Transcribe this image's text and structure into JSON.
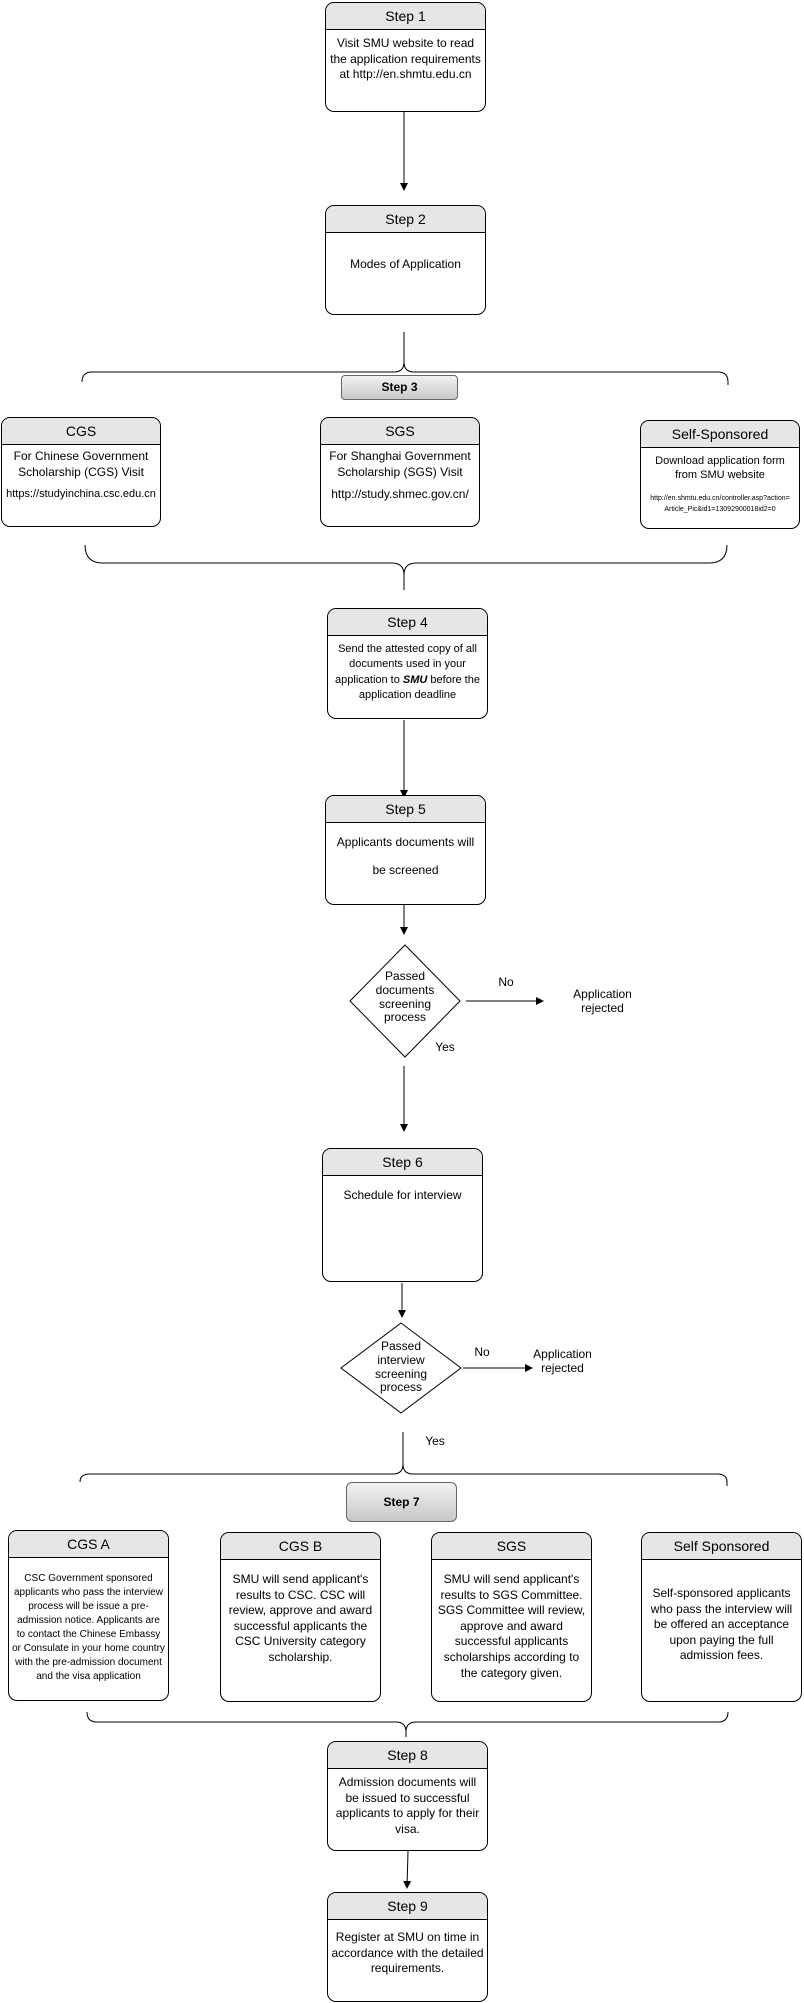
{
  "step1": {
    "title": "Step 1",
    "text": "Visit SMU website to read the application requirements at http://en.shmtu.edu.cn"
  },
  "step2": {
    "title": "Step 2",
    "text": "Modes of Application"
  },
  "step3": {
    "title": "Step 3"
  },
  "cgs": {
    "title": "CGS",
    "text": "For Chinese Government Scholarship (CGS) Visit",
    "url": "https://studyinchina.csc.edu.cn"
  },
  "sgs": {
    "title": "SGS",
    "text": "For Shanghai Government Scholarship (SGS) Visit",
    "url": "http://study.shmec.gov.cn/"
  },
  "self": {
    "title": "Self-Sponsored",
    "text": "Download application form from SMU website",
    "url": "http://en.shmtu.edu.cn/controller.asp?action=Article_Pic&id1=13092900018id2=0"
  },
  "step4": {
    "title": "Step 4",
    "text_before": "Send the attested copy of all documents used in your application to ",
    "text_bold": "SMU",
    "text_after": " before the application deadline"
  },
  "step5": {
    "title": "Step 5",
    "line1": "Applicants documents will",
    "line2": "be screened"
  },
  "decision1": {
    "text": "Passed documents screening process",
    "no": "No",
    "yes": "Yes",
    "rejected": "Application rejected"
  },
  "step6": {
    "title": "Step 6",
    "text": "Schedule for interview"
  },
  "decision2": {
    "text": "Passed interview screening process",
    "no": "No",
    "yes": "Yes",
    "rejected": "Application rejected"
  },
  "step7": {
    "title": "Step 7"
  },
  "cgsA": {
    "title": "CGS A",
    "text": "CSC Government sponsored applicants who pass the interview process will be issue a pre-admission notice. Applicants are to contact the Chinese Embassy or Consulate in your home country with the pre-admission document and the visa application"
  },
  "cgsB": {
    "title": "CGS B",
    "text": "SMU will send applicant's results to CSC. CSC will review, approve and award successful applicants the CSC University category scholarship."
  },
  "sgs2": {
    "title": "SGS",
    "text": "SMU will send applicant's results to SGS Committee. SGS Committee will review, approve and award successful applicants scholarships according to the category given."
  },
  "selfSponsored": {
    "title": "Self Sponsored",
    "text": "Self-sponsored applicants who pass the interview will be offered an acceptance upon paying the full admission fees."
  },
  "step8": {
    "title": "Step 8",
    "text": "Admission documents will be issued to successful applicants to apply for their visa."
  },
  "step9": {
    "title": "Step 9",
    "text": "Register at SMU on time in accordance with the detailed requirements."
  }
}
